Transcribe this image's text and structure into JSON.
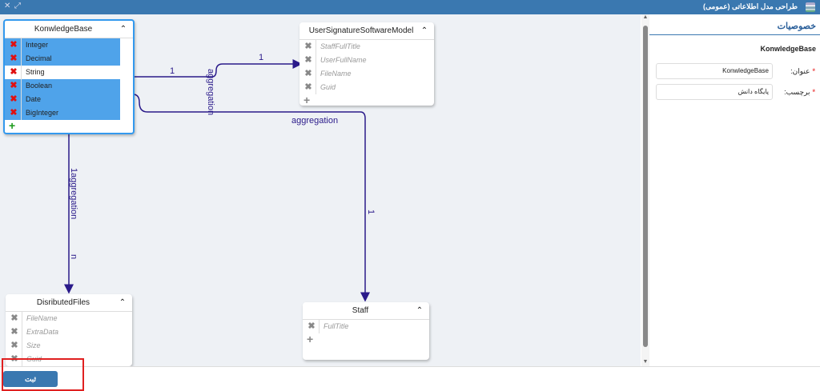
{
  "window": {
    "title": "طراحی مدل اطلاعاتی (عمومی)",
    "close_icon": "close-icon",
    "expand_icon": "expand-icon"
  },
  "entities": {
    "kb": {
      "title": "KonwledgeBase",
      "fields": [
        "Integer",
        "Decimal",
        "String",
        "Boolean",
        "Date",
        "BigInteger"
      ],
      "highlighted": [
        true,
        true,
        false,
        true,
        true,
        true
      ]
    },
    "usm": {
      "title": "UserSignatureSoftwareModel",
      "fields": [
        "StaffFullTitle",
        "UserFullName",
        "FileName",
        "Guid"
      ]
    },
    "df": {
      "title": "DisributedFiles",
      "fields": [
        "FileName",
        "ExtraData",
        "Size",
        "Guid"
      ]
    },
    "staff": {
      "title": "Staff",
      "fields": [
        "FullTitle"
      ]
    }
  },
  "links": {
    "l1_src": "1",
    "l1_dst": "1",
    "l1_type": "aggregation",
    "l2_type": "aggregation",
    "l2_dst": "1",
    "l3_type": "1aggregation",
    "l3_dst": "n"
  },
  "panel": {
    "header": "خصوصیات",
    "entity": "KonwledgeBase",
    "title_label": "عنوان:",
    "title_value": "KonwledgeBase",
    "tag_label": "برچسب:",
    "tag_value": "پایگاه دانش"
  },
  "footer": {
    "save": "ثبت"
  },
  "colors": {
    "accent": "#3a78b0",
    "link": "#2a1a8a",
    "highlight": "#4fa3ea",
    "delete": "#e01010",
    "add": "#1a9a1a"
  }
}
